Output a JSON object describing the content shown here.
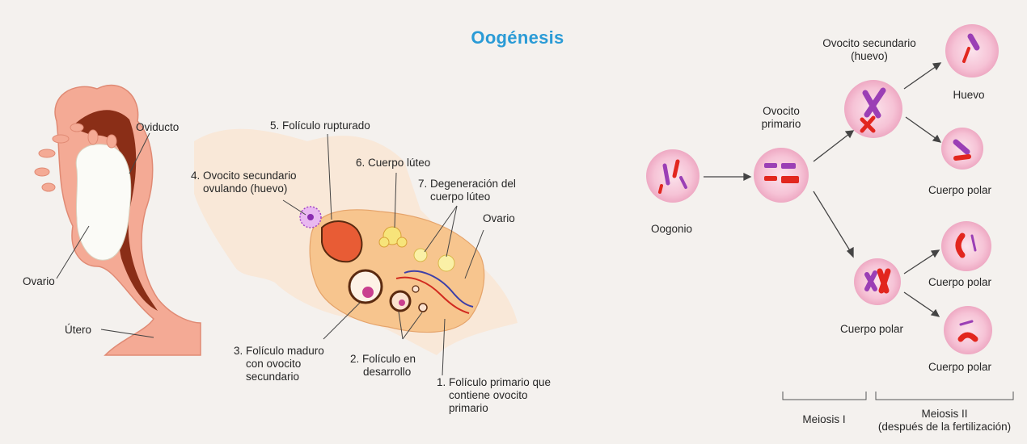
{
  "title": "Oogénesis",
  "left_diagram": {
    "oviducto": "Oviducto",
    "ovario": "Ovario",
    "utero": "Útero"
  },
  "ovary_diagram": {
    "label_5": "5. Folículo rupturado",
    "label_4_line1": "4. Ovocito secundario",
    "label_4_line2": "ovulando (huevo)",
    "label_6": "6. Cuerpo lúteo",
    "label_7_line1": "7. Degeneración del",
    "label_7_line2": "cuerpo lúteo",
    "label_ovario": "Ovario",
    "label_3_line1": "3. Folículo maduro",
    "label_3_line2": "con ovocito",
    "label_3_line3": "secundario",
    "label_2_line1": "2. Folículo en",
    "label_2_line2": "desarrollo",
    "label_1_line1": "1. Folículo primario que",
    "label_1_line2": "contiene ovocito",
    "label_1_line3": "primario"
  },
  "meiosis_diagram": {
    "oogonio": "Oogonio",
    "ovocito_primario_line1": "Ovocito",
    "ovocito_primario_line2": "primario",
    "ovocito_secundario_line1": "Ovocito secundario",
    "ovocito_secundario_line2": "(huevo)",
    "huevo": "Huevo",
    "cuerpo_polar_1": "Cuerpo polar",
    "cuerpo_polar_2": "Cuerpo polar",
    "cuerpo_polar_3": "Cuerpo polar",
    "cuerpo_polar_4": "Cuerpo polar",
    "meiosis_1": "Meiosis I",
    "meiosis_2_line1": "Meiosis II",
    "meiosis_2_line2": "(después de la fertilización)"
  },
  "colors": {
    "title": "#2a9bd6",
    "tissue": "#f2a58e",
    "tissue_light": "#f9d9c9",
    "cell": "#f7c6d8",
    "chromosome_purple": "#9b3fb5",
    "chromosome_red": "#e2261e"
  }
}
